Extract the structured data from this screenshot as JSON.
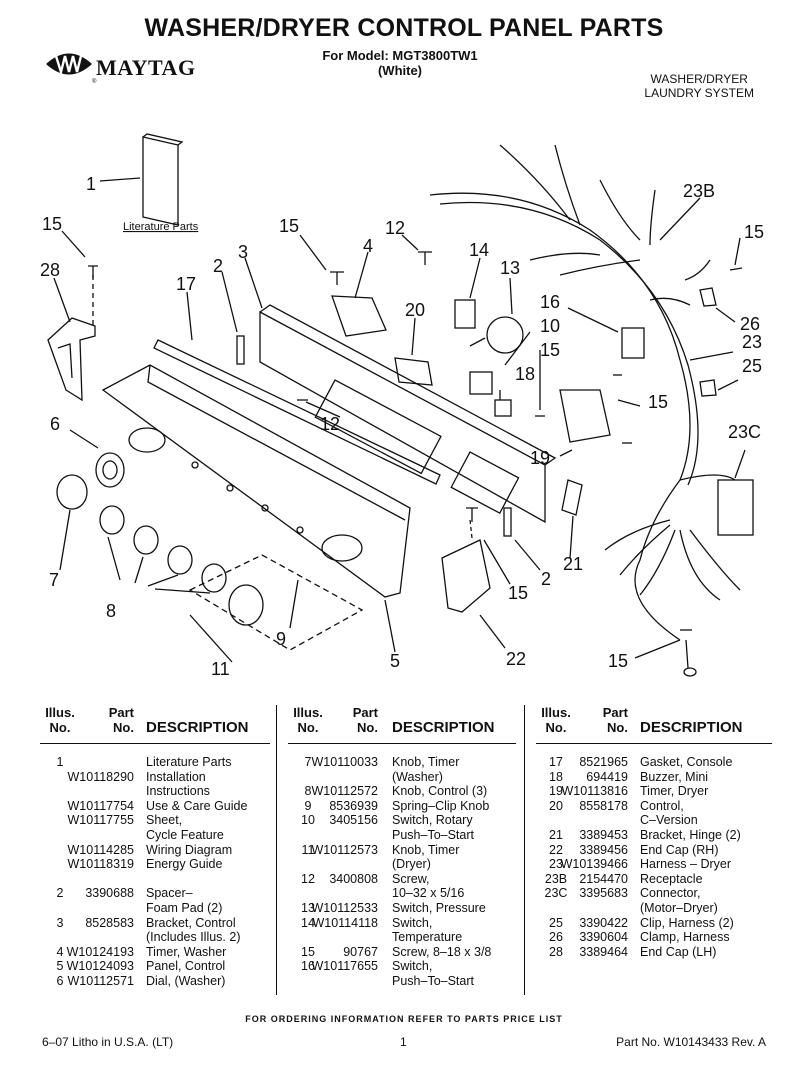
{
  "header": {
    "title": "WASHER/DRYER CONTROL PANEL PARTS",
    "model_line": "For Model: MGT3800TW1",
    "color_line": "(White)",
    "system_line1": "WASHER/DRYER",
    "system_line2": "LAUNDRY SYSTEM",
    "brand": "MAYTAG",
    "brand_reg": "®"
  },
  "diagram": {
    "literature_label": "Literature Parts",
    "callouts": [
      "1",
      "15",
      "28",
      "17",
      "2",
      "3",
      "15",
      "4",
      "12",
      "14",
      "13",
      "20",
      "10",
      "16",
      "15",
      "23B",
      "15",
      "26",
      "23",
      "25",
      "18",
      "15",
      "12",
      "6",
      "19",
      "23C",
      "7",
      "8",
      "15",
      "2",
      "21",
      "9",
      "11",
      "5",
      "22",
      "15"
    ]
  },
  "table": {
    "headers": {
      "illus_top": "Illus.",
      "illus_bottom": "No.",
      "part_top": "Part",
      "part_bottom": "No.",
      "description": "DESCRIPTION"
    },
    "columns": [
      [
        {
          "illus": "1",
          "part": "",
          "desc": "Literature Parts"
        },
        {
          "illus": "",
          "part": "W10118290",
          "desc": "Installation"
        },
        {
          "illus": "",
          "part": "",
          "desc": "Instructions"
        },
        {
          "illus": "",
          "part": "W10117754",
          "desc": "Use & Care Guide"
        },
        {
          "illus": "",
          "part": "W10117755",
          "desc": "Sheet,"
        },
        {
          "illus": "",
          "part": "",
          "desc": "Cycle Feature"
        },
        {
          "illus": "",
          "part": "W10114285",
          "desc": "Wiring Diagram"
        },
        {
          "illus": "",
          "part": "W10118319",
          "desc": "Energy Guide"
        },
        {
          "illus": "",
          "part": "",
          "desc": ""
        },
        {
          "illus": "2",
          "part": "3390688",
          "desc": "Spacer–"
        },
        {
          "illus": "",
          "part": "",
          "desc": "Foam Pad (2)"
        },
        {
          "illus": "3",
          "part": "8528583",
          "desc": "Bracket, Control"
        },
        {
          "illus": "",
          "part": "",
          "desc": "(Includes Illus. 2)"
        },
        {
          "illus": "4",
          "part": "W10124193",
          "desc": "Timer, Washer"
        },
        {
          "illus": "5",
          "part": "W10124093",
          "desc": "Panel, Control"
        },
        {
          "illus": "6",
          "part": "W10112571",
          "desc": "Dial, (Washer)"
        }
      ],
      [
        {
          "illus": "7",
          "part": "W10110033",
          "desc": "Knob, Timer"
        },
        {
          "illus": "",
          "part": "",
          "desc": "(Washer)"
        },
        {
          "illus": "8",
          "part": "W10112572",
          "desc": "Knob, Control (3)"
        },
        {
          "illus": "9",
          "part": "8536939",
          "desc": "Spring–Clip Knob"
        },
        {
          "illus": "10",
          "part": "3405156",
          "desc": "Switch, Rotary"
        },
        {
          "illus": "",
          "part": "",
          "desc": "Push–To–Start"
        },
        {
          "illus": "11",
          "part": "W10112573",
          "desc": "Knob, Timer"
        },
        {
          "illus": "",
          "part": "",
          "desc": "(Dryer)"
        },
        {
          "illus": "12",
          "part": "3400808",
          "desc": "Screw,"
        },
        {
          "illus": "",
          "part": "",
          "desc": "10–32 x 5/16"
        },
        {
          "illus": "13",
          "part": "W10112533",
          "desc": "Switch, Pressure"
        },
        {
          "illus": "14",
          "part": "W10114118",
          "desc": "Switch,"
        },
        {
          "illus": "",
          "part": "",
          "desc": "Temperature"
        },
        {
          "illus": "15",
          "part": "90767",
          "desc": "Screw, 8–18 x 3/8"
        },
        {
          "illus": "16",
          "part": "W10117655",
          "desc": "Switch,"
        },
        {
          "illus": "",
          "part": "",
          "desc": "Push–To–Start"
        }
      ],
      [
        {
          "illus": "17",
          "part": "8521965",
          "desc": "Gasket, Console"
        },
        {
          "illus": "18",
          "part": "694419",
          "desc": "Buzzer, Mini"
        },
        {
          "illus": "19",
          "part": "W10113816",
          "desc": "Timer, Dryer"
        },
        {
          "illus": "20",
          "part": "8558178",
          "desc": "Control,"
        },
        {
          "illus": "",
          "part": "",
          "desc": "C–Version"
        },
        {
          "illus": "21",
          "part": "3389453",
          "desc": "Bracket, Hinge (2)"
        },
        {
          "illus": "22",
          "part": "3389456",
          "desc": "End Cap (RH)"
        },
        {
          "illus": "23",
          "part": "W10139466",
          "desc": "Harness – Dryer"
        },
        {
          "illus": "23B",
          "part": "2154470",
          "desc": "Receptacle"
        },
        {
          "illus": "23C",
          "part": "3395683",
          "desc": "Connector,"
        },
        {
          "illus": "",
          "part": "",
          "desc": "(Motor–Dryer)"
        },
        {
          "illus": "25",
          "part": "3390422",
          "desc": "Clip, Harness (2)"
        },
        {
          "illus": "26",
          "part": "3390604",
          "desc": "Clamp, Harness"
        },
        {
          "illus": "28",
          "part": "3389464",
          "desc": "End Cap (LH)"
        }
      ]
    ]
  },
  "footer": {
    "order_note": "FOR ORDERING INFORMATION REFER TO PARTS PRICE LIST",
    "left": "6–07 Litho in U.S.A. (LT)",
    "page": "1",
    "right": "Part No. W10143433 Rev. A"
  }
}
